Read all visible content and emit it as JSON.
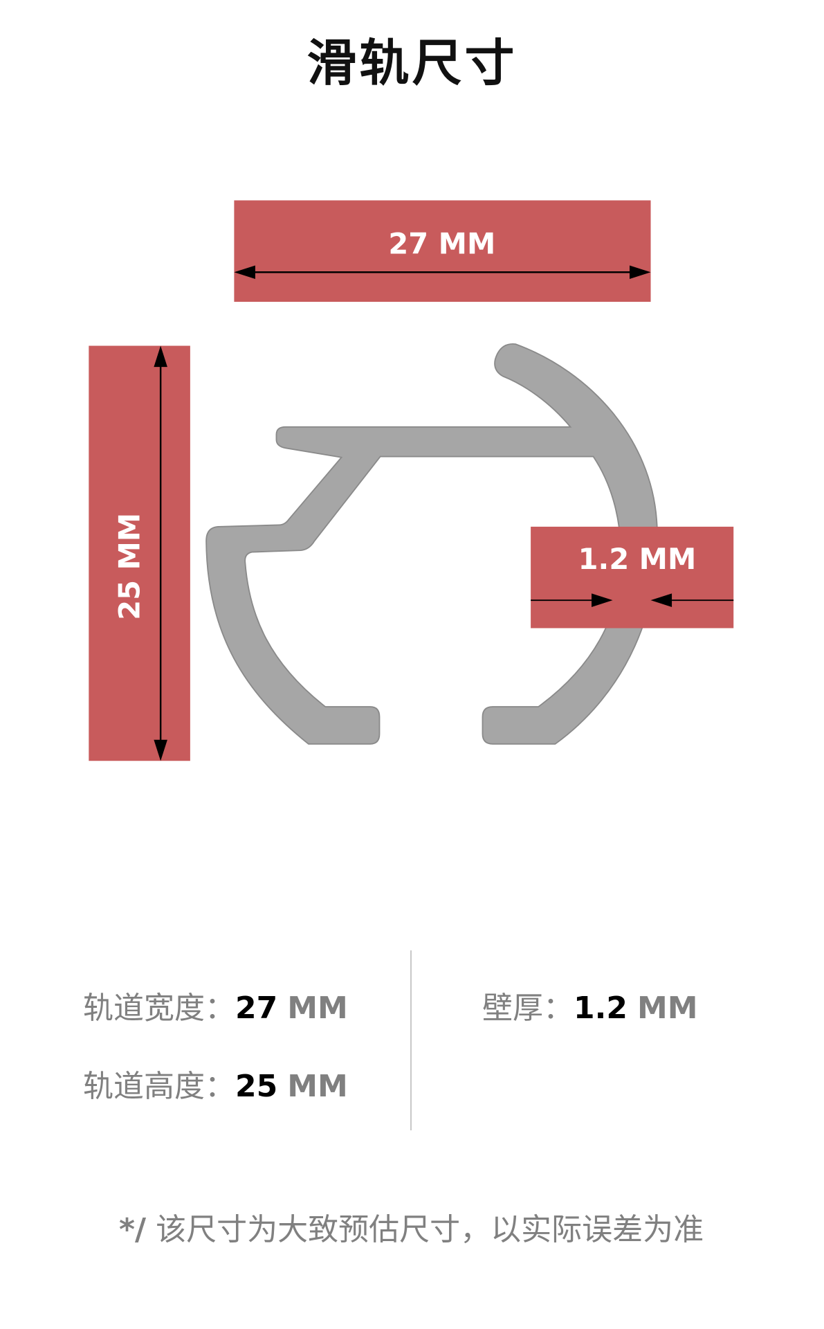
{
  "title": "滑轨尺寸",
  "colors": {
    "label_box": "#c85b5c",
    "profile_fill": "#a6a6a6",
    "profile_stroke": "#8a8a8a",
    "arrow": "#000000",
    "label_text": "#ffffff"
  },
  "dimensions": {
    "width_label": "27 MM",
    "height_label": "25 MM",
    "wall_label": "1.2 MM"
  },
  "specs": {
    "width": {
      "label": "轨道宽度：",
      "value": "27",
      "unit": "MM"
    },
    "height": {
      "label": "轨道高度：",
      "value": "25",
      "unit": "MM"
    },
    "wall": {
      "label": "壁厚：",
      "value": "1.2",
      "unit": "MM"
    }
  },
  "note": {
    "prefix": "*/",
    "text": " 该尺寸为大致预估尺寸，以实际误差为准"
  }
}
